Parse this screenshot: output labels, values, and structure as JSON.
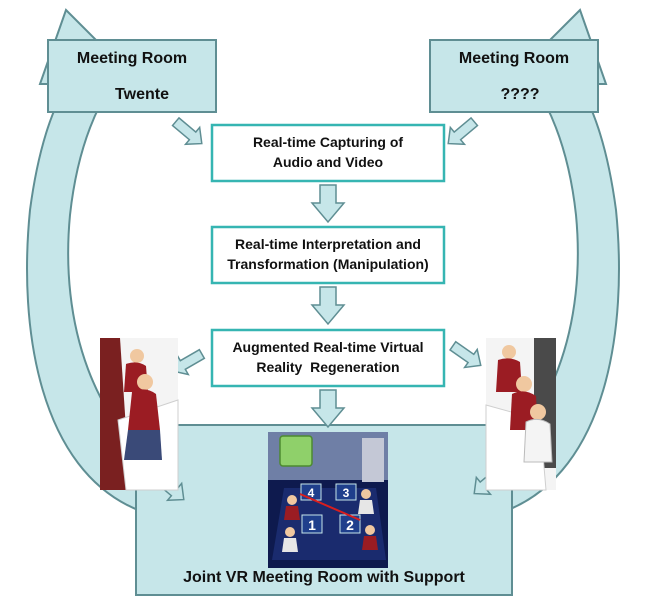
{
  "diagram": {
    "room_left": {
      "line1": "Meeting Room",
      "line2": "Twente"
    },
    "room_right": {
      "line1": "Meeting Room",
      "line2": "????"
    },
    "step_capture": {
      "line1": "Real-time Capturing of",
      "line2": "Audio and Video"
    },
    "step_interpret": {
      "line1": "Real-time Interpretation and",
      "line2": "Transformation (Manipulation)"
    },
    "step_regenerate": {
      "line1": "Augmented Real-time Virtual",
      "line2": "Reality  Regeneration"
    },
    "joint_room": {
      "label": "Joint VR Meeting Room with Support"
    },
    "seat_numbers": [
      "4",
      "3",
      "1",
      "2"
    ]
  },
  "colors": {
    "band_fill": "#c6e6e9",
    "band_stroke": "#5f8e93",
    "box_border": "#36b5b2",
    "small_arrow_fill": "#c6e6e9",
    "seat_blue": "#1f3f8c",
    "floor_blue": "#1a2b6e",
    "avatar_red": "#9b1c23"
  },
  "icons": [
    "curved-band-arrow-icon",
    "block-down-arrow-icon",
    "diagonal-block-arrow-icon",
    "meeting-participant-figure-icon"
  ]
}
